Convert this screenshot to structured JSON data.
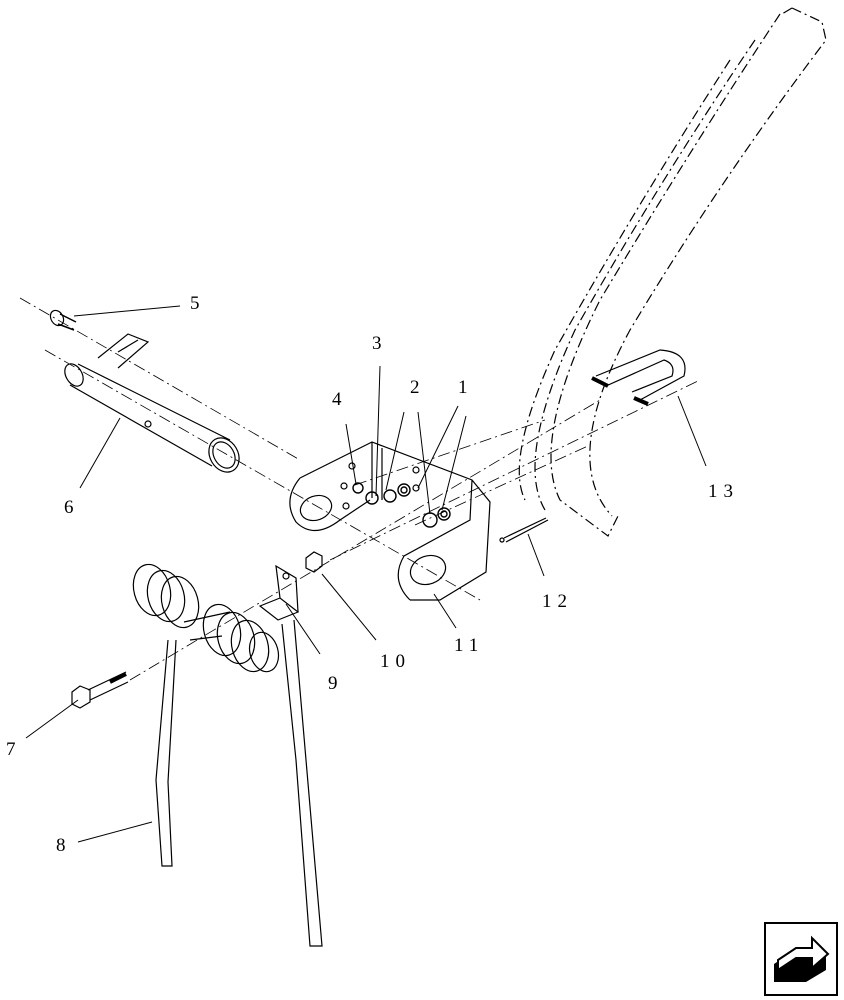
{
  "diagram": {
    "callouts": [
      {
        "id": "1",
        "label": "1"
      },
      {
        "id": "2",
        "label": "2"
      },
      {
        "id": "3",
        "label": "3"
      },
      {
        "id": "4",
        "label": "4"
      },
      {
        "id": "5",
        "label": "5"
      },
      {
        "id": "6",
        "label": "6"
      },
      {
        "id": "7",
        "label": "7"
      },
      {
        "id": "8",
        "label": "8"
      },
      {
        "id": "9",
        "label": "9"
      },
      {
        "id": "10",
        "label": "10"
      },
      {
        "id": "11",
        "label": "11"
      },
      {
        "id": "12",
        "label": "12"
      },
      {
        "id": "13",
        "label": "13"
      }
    ]
  },
  "navigation": {
    "next_icon": "arrow-right-icon"
  }
}
